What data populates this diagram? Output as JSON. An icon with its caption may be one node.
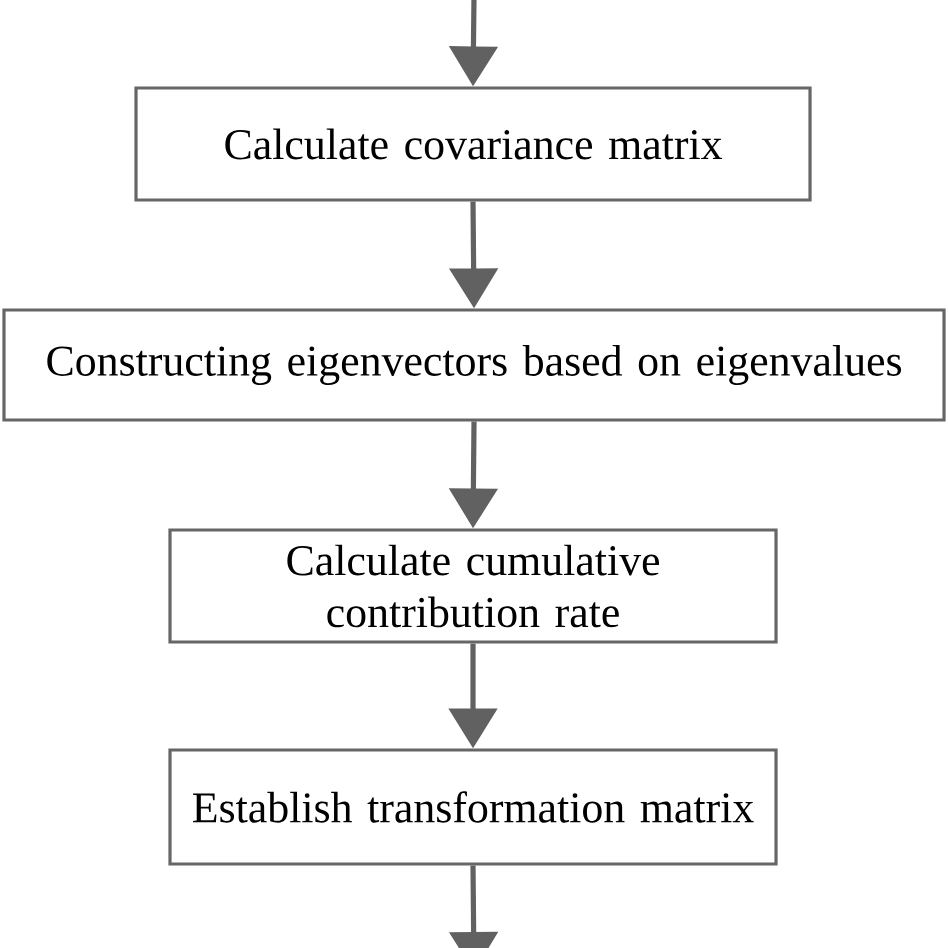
{
  "diagram": {
    "nodes": [
      {
        "text": [
          "Calculate covariance matrix"
        ]
      },
      {
        "text": [
          "Constructing eigenvectors based on eigenvalues"
        ]
      },
      {
        "text": [
          "Calculate cumulative contribution rate"
        ]
      },
      {
        "text": [
          "Establish transformation matrix"
        ]
      }
    ],
    "edges": [
      {
        "from": null,
        "to": 0,
        "arrow": "to"
      },
      {
        "from": 0,
        "to": 1,
        "arrow": "to"
      },
      {
        "from": 1,
        "to": 2,
        "arrow": "to"
      },
      {
        "from": 2,
        "to": 3,
        "arrow": "to"
      },
      {
        "from": 3,
        "to": null,
        "arrow": "to"
      }
    ]
  }
}
